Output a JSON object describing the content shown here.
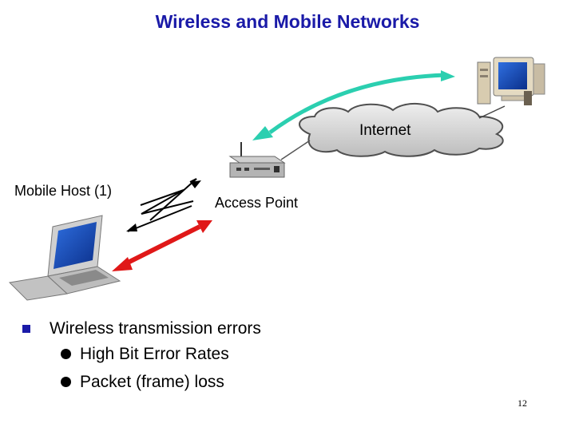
{
  "slide": {
    "title": "Wireless and Mobile Networks",
    "page_number": "12"
  },
  "nodes": {
    "internet": "Internet",
    "mobile_host": "Mobile Host (1)",
    "access_point": "Access Point"
  },
  "bullets": {
    "main": "Wireless transmission errors",
    "sub": [
      "High Bit Error Rates",
      "Packet (frame) loss"
    ]
  },
  "colors": {
    "title": "#1a1aa8",
    "internet_link": "#2bcfb0",
    "wireless_link": "#e01818"
  }
}
